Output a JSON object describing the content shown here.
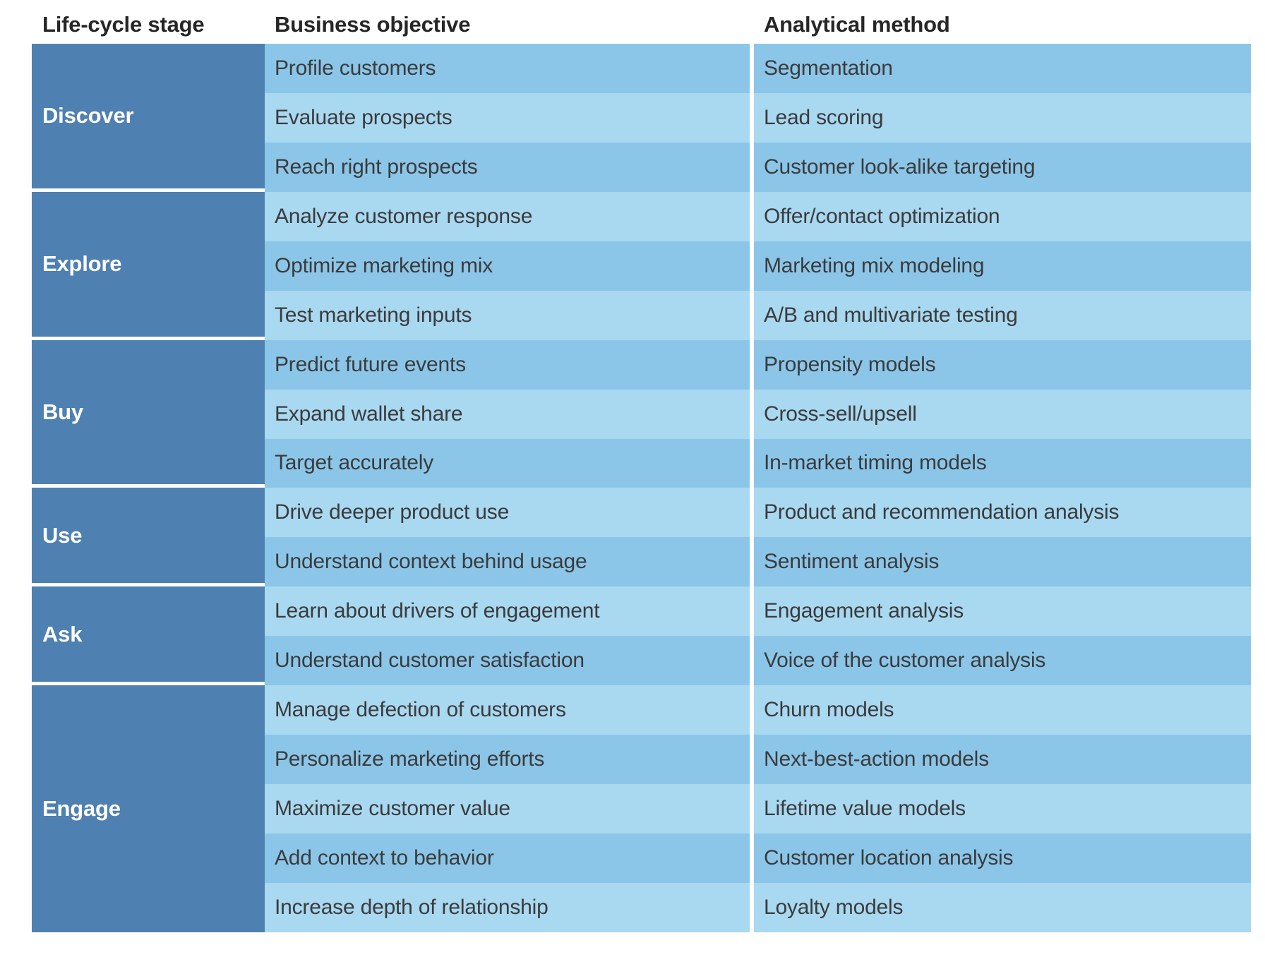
{
  "colors": {
    "stage_fill": "#4e80b1",
    "row_dark": "#8bc6e9",
    "row_light": "#a9d8f1",
    "stage_text": "#ffffff",
    "body_text": "#3b3b3b",
    "header_text": "#262626",
    "separator": "#ffffff"
  },
  "header": {
    "stage": "Life-cycle stage",
    "objective": "Business objective",
    "method": "Analytical method"
  },
  "stages": [
    {
      "label": "Discover",
      "rows": 3
    },
    {
      "label": "Explore",
      "rows": 3
    },
    {
      "label": "Buy",
      "rows": 3
    },
    {
      "label": "Use",
      "rows": 2
    },
    {
      "label": "Ask",
      "rows": 2
    },
    {
      "label": "Engage",
      "rows": 5
    }
  ],
  "rows": [
    {
      "objective": "Profile customers",
      "method": "Segmentation"
    },
    {
      "objective": "Evaluate prospects",
      "method": "Lead scoring"
    },
    {
      "objective": "Reach right prospects",
      "method": "Customer look-alike targeting"
    },
    {
      "objective": "Analyze customer response",
      "method": "Offer/contact optimization"
    },
    {
      "objective": "Optimize marketing mix",
      "method": "Marketing mix modeling"
    },
    {
      "objective": "Test marketing inputs",
      "method": "A/B and multivariate testing"
    },
    {
      "objective": "Predict future events",
      "method": "Propensity models"
    },
    {
      "objective": "Expand wallet share",
      "method": "Cross-sell/upsell"
    },
    {
      "objective": "Target accurately",
      "method": "In-market timing models"
    },
    {
      "objective": "Drive deeper product use",
      "method": "Product and recommendation analysis"
    },
    {
      "objective": "Understand context behind usage",
      "method": "Sentiment analysis"
    },
    {
      "objective": "Learn about drivers of engagement",
      "method": "Engagement analysis"
    },
    {
      "objective": "Understand customer satisfaction",
      "method": "Voice of the customer analysis"
    },
    {
      "objective": "Manage defection of customers",
      "method": "Churn models"
    },
    {
      "objective": "Personalize marketing efforts",
      "method": "Next-best-action models"
    },
    {
      "objective": "Maximize customer value",
      "method": "Lifetime value models"
    },
    {
      "objective": "Add context to behavior",
      "method": "Customer location analysis"
    },
    {
      "objective": "Increase depth of relationship",
      "method": "Loyalty models"
    }
  ],
  "chart_data": {
    "type": "table",
    "title": "",
    "columns": [
      "Life-cycle stage",
      "Business objective",
      "Analytical method"
    ],
    "groups": [
      {
        "stage": "Discover",
        "rows": [
          [
            "Profile customers",
            "Segmentation"
          ],
          [
            "Evaluate prospects",
            "Lead scoring"
          ],
          [
            "Reach right prospects",
            "Customer look-alike targeting"
          ]
        ]
      },
      {
        "stage": "Explore",
        "rows": [
          [
            "Analyze customer response",
            "Offer/contact optimization"
          ],
          [
            "Optimize marketing mix",
            "Marketing mix modeling"
          ],
          [
            "Test marketing inputs",
            "A/B and multivariate testing"
          ]
        ]
      },
      {
        "stage": "Buy",
        "rows": [
          [
            "Predict future events",
            "Propensity models"
          ],
          [
            "Expand wallet share",
            "Cross-sell/upsell"
          ],
          [
            "Target accurately",
            "In-market timing models"
          ]
        ]
      },
      {
        "stage": "Use",
        "rows": [
          [
            "Drive deeper product use",
            "Product and recommendation analysis"
          ],
          [
            "Understand context behind usage",
            "Sentiment analysis"
          ]
        ]
      },
      {
        "stage": "Ask",
        "rows": [
          [
            "Learn about drivers of engagement",
            "Engagement analysis"
          ],
          [
            "Understand customer satisfaction",
            "Voice of the customer analysis"
          ]
        ]
      },
      {
        "stage": "Engage",
        "rows": [
          [
            "Manage defection of customers",
            "Churn models"
          ],
          [
            "Personalize marketing efforts",
            "Next-best-action models"
          ],
          [
            "Maximize customer value",
            "Lifetime value models"
          ],
          [
            "Add context to behavior",
            "Customer location analysis"
          ],
          [
            "Increase depth of relationship",
            "Loyalty models"
          ]
        ]
      }
    ],
    "layout_hints": {
      "row_striping": "alternating (odd rows darker blue)",
      "grid": "white gutter before third column; white separators between stage groups in first column only"
    }
  }
}
